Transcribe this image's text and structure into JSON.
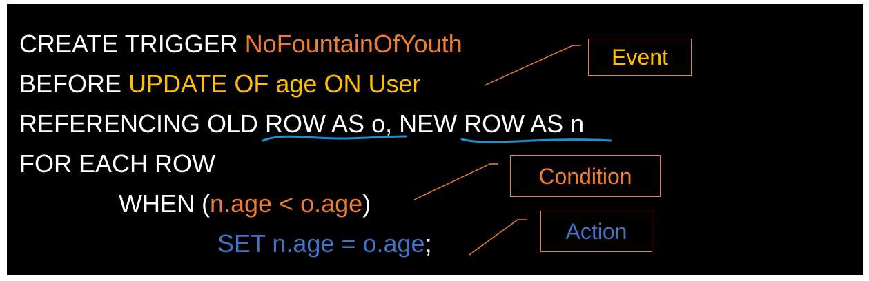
{
  "colors": {
    "background": "#000000",
    "text": "#ffffff",
    "name": "#ed7d31",
    "event": "#ffc000",
    "action": "#4472c4",
    "underline": "#1e90d0"
  },
  "code": {
    "line1": {
      "keyword": "CREATE TRIGGER ",
      "name": "NoFountainOfYouth"
    },
    "line2": {
      "keyword": "BEFORE ",
      "event": "UPDATE OF age ON User"
    },
    "line3": {
      "part1": "REFERENCING OLD ",
      "old_alias": "ROW AS",
      "part2": " o, NE",
      "new_alias": "W ROW AS",
      "part3": " n"
    },
    "line4": {
      "text": "FOR EACH ROW"
    },
    "line5": {
      "when": "WHEN (",
      "condition": "n.age < o.age",
      "close": ")"
    },
    "line6": {
      "action": "SET n.age = o.age",
      "end": ";"
    }
  },
  "labels": {
    "event": "Event",
    "condition": "Condition",
    "action": "Action"
  }
}
